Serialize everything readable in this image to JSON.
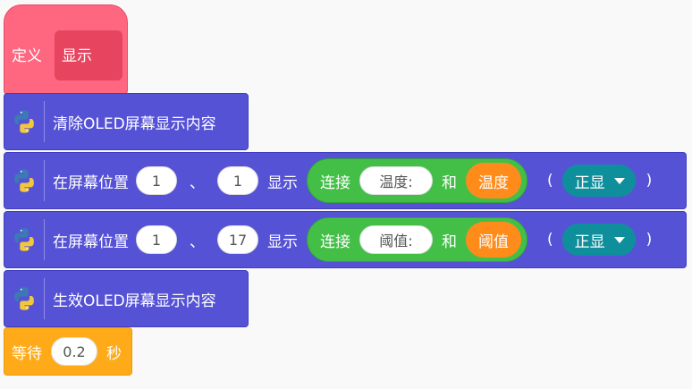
{
  "define_block": {
    "label": "定义",
    "proc_name": "显示"
  },
  "clear_block": {
    "text": "清除OLED屏幕显示内容"
  },
  "row1": {
    "at_label": "在屏幕位置",
    "x": "1",
    "sep": "、",
    "y": "1",
    "show": "显示",
    "join": "连接",
    "str": "温度:",
    "and": "和",
    "var": "温度",
    "lp": "(",
    "dir": "正显",
    "rp": ")"
  },
  "row2": {
    "at_label": "在屏幕位置",
    "x": "1",
    "sep": "、",
    "y": "17",
    "show": "显示",
    "join": "连接",
    "str": "阈值:",
    "and": "和",
    "var": "阈值",
    "lp": "(",
    "dir": "正显",
    "rp": ")"
  },
  "apply_block": {
    "text": "生效OLED屏幕显示内容"
  },
  "wait_block": {
    "label": "等待",
    "value": "0.2",
    "unit": "秒"
  },
  "colors": {
    "define": "#ff6680",
    "python": "#5552d6",
    "operator": "#43bf48",
    "variable": "#ff8c1a",
    "menu": "#0f8f9c",
    "control": "#ffab19"
  }
}
